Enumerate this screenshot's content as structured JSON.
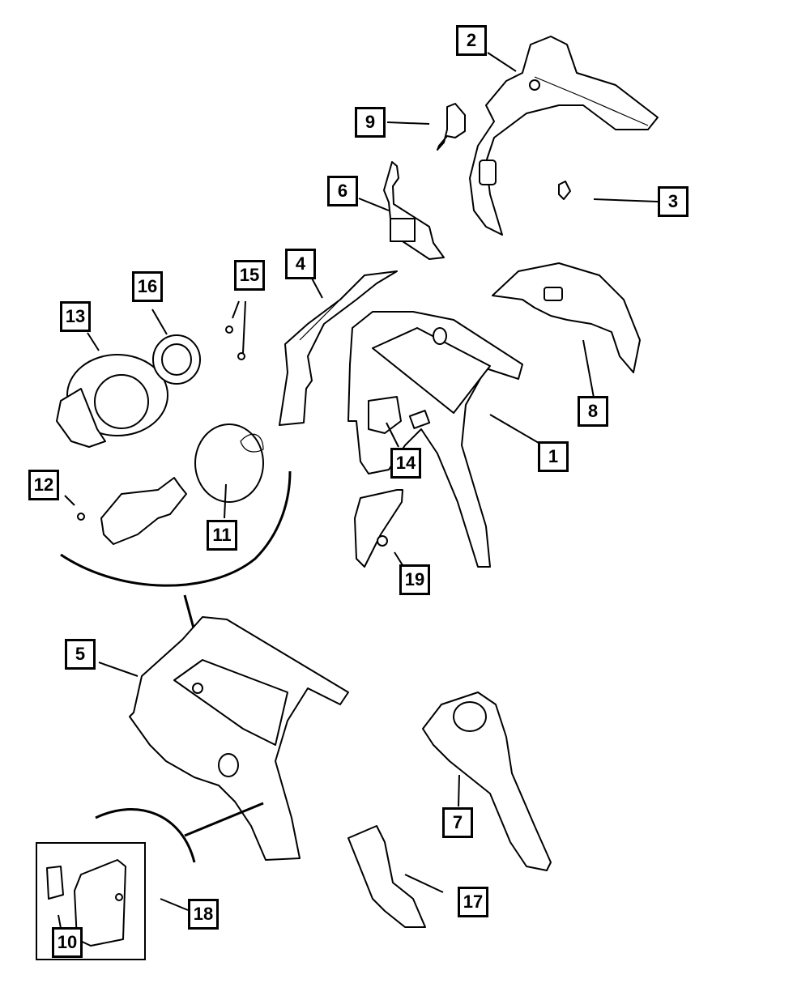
{
  "diagram": {
    "title": "Rear quarter panel / body side exploded parts diagram",
    "callouts": [
      {
        "id": "c1",
        "label": "1",
        "part": "body-side-aperture-inner"
      },
      {
        "id": "c2",
        "label": "2",
        "part": "rear-rail-and-wheelhouse-reinforcement"
      },
      {
        "id": "c3",
        "label": "3",
        "part": "small-bracket"
      },
      {
        "id": "c4",
        "label": "4",
        "part": "d-pillar-reinforcement"
      },
      {
        "id": "c5",
        "label": "5",
        "part": "quarter-panel-outer"
      },
      {
        "id": "c6",
        "label": "6",
        "part": "upper-pillar-reinforcement"
      },
      {
        "id": "c7",
        "label": "7",
        "part": "wheelhouse-outer"
      },
      {
        "id": "c8",
        "label": "8",
        "part": "wheelhouse-inner"
      },
      {
        "id": "c9",
        "label": "9",
        "part": "small-bracket-upper"
      },
      {
        "id": "c10",
        "label": "10",
        "part": "bracket-detail"
      },
      {
        "id": "c11",
        "label": "11",
        "part": "fuel-filler-door"
      },
      {
        "id": "c12",
        "label": "12",
        "part": "screw"
      },
      {
        "id": "c13",
        "label": "13",
        "part": "fuel-filler-housing"
      },
      {
        "id": "c14",
        "label": "14",
        "part": "access-cover"
      },
      {
        "id": "c15",
        "label": "15",
        "part": "push-pins"
      },
      {
        "id": "c16",
        "label": "16",
        "part": "seal-ring"
      },
      {
        "id": "c17",
        "label": "17",
        "part": "lower-pillar-extension"
      },
      {
        "id": "c18",
        "label": "18",
        "part": "bracket-assembly"
      },
      {
        "id": "c19",
        "label": "19",
        "part": "lower-bracket"
      }
    ]
  },
  "colors": {
    "line": "#000000",
    "background": "#ffffff"
  }
}
